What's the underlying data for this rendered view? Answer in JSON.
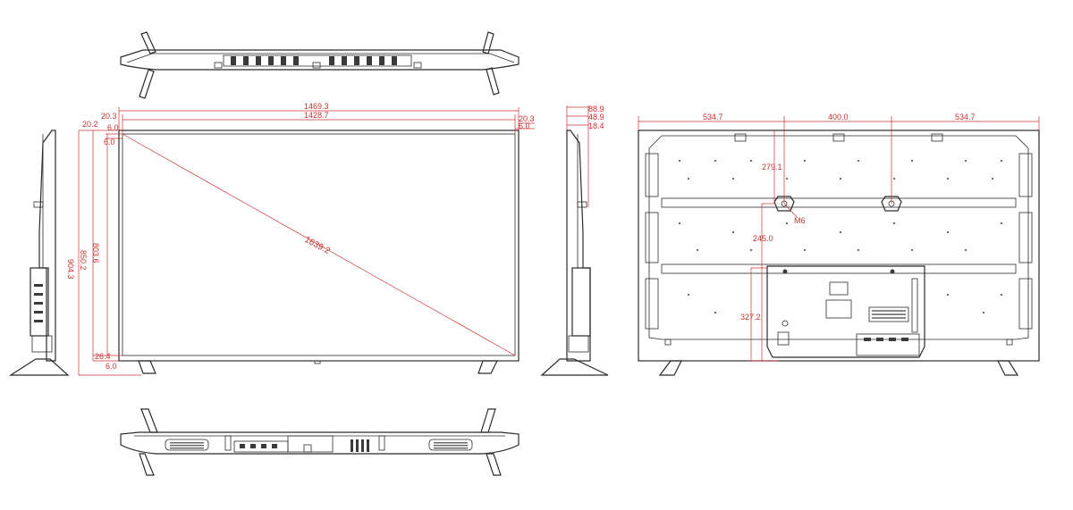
{
  "colors": {
    "outline": "#2b2b2b",
    "dimension": "#c83232",
    "background": "#ffffff"
  },
  "front": {
    "overall_width": "1469.3",
    "screen_width": "1428.7",
    "bezel_left_top": "20.3",
    "bezel_right_top": "20.3",
    "bezel_left": "20.2",
    "offset_left_a": "6.0",
    "offset_left_b": "6.0",
    "offset_right": "6.0",
    "bottom_bezel": "26.4",
    "bottom_offset": "6.0",
    "screen_height": "803.6",
    "panel_height": "850.2",
    "total_height": "904.3",
    "diagonal": "1639.2"
  },
  "side": {
    "depth_total": "88.9",
    "depth_mid": "48.9",
    "depth_thin": "18.4"
  },
  "rear": {
    "left_margin": "534.7",
    "vesa_horizontal": "400.0",
    "right_margin": "534.7",
    "height_top": "279.1",
    "mount_screw": "M6",
    "height_mid": "245.0",
    "height_bottom": "327.2"
  }
}
